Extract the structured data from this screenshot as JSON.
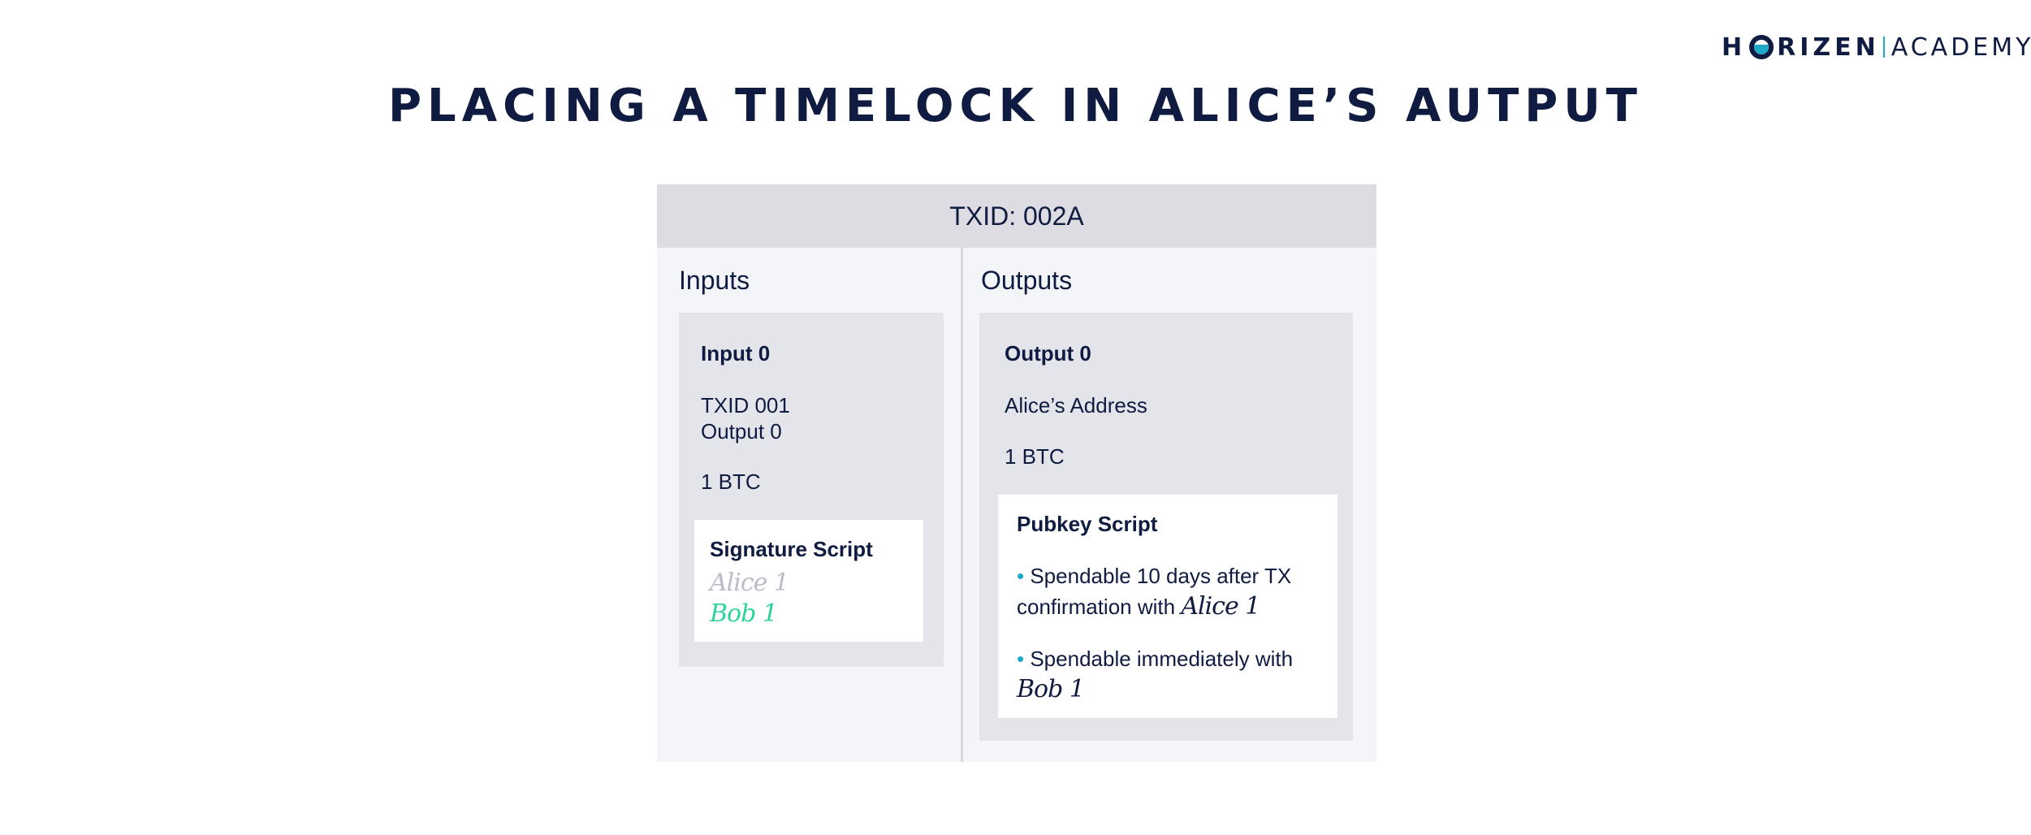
{
  "logo": {
    "left": "H",
    "right": "RIZEN",
    "academy": "ACADEMY"
  },
  "title": "PLACING A TIMELOCK IN ALICE’S AUTPUT",
  "transaction": {
    "header": "TXID: 002A",
    "inputs_title": "Inputs",
    "outputs_title": "Outputs",
    "input": {
      "label": "Input 0",
      "txid_line": "TXID 001",
      "output_line": "Output 0",
      "amount": "1 BTC",
      "signature_script": {
        "label": "Signature Script",
        "sig1": "Alice 1",
        "sig2": "Bob 1"
      }
    },
    "output": {
      "label": "Output 0",
      "address": "Alice’s Address",
      "amount": "1 BTC",
      "pubkey_script": {
        "label": "Pubkey Script",
        "bullet": "•",
        "cond1_line1": "Spendable 10 days after TX",
        "cond1_line2": "confirmation with",
        "cond1_sig": "Alice 1",
        "cond2_line1": "Spendable immediately with",
        "cond2_sig": "Bob 1"
      }
    }
  },
  "colors": {
    "navy": "#0f1b40",
    "header_bg": "#dcdce2",
    "panel_bg": "#f3f5f9",
    "box_bg": "#e3e5eb",
    "accent_teal": "#1fa9c9",
    "green_sig": "#2ed39a",
    "grey_sig": "#b9bcc6"
  }
}
